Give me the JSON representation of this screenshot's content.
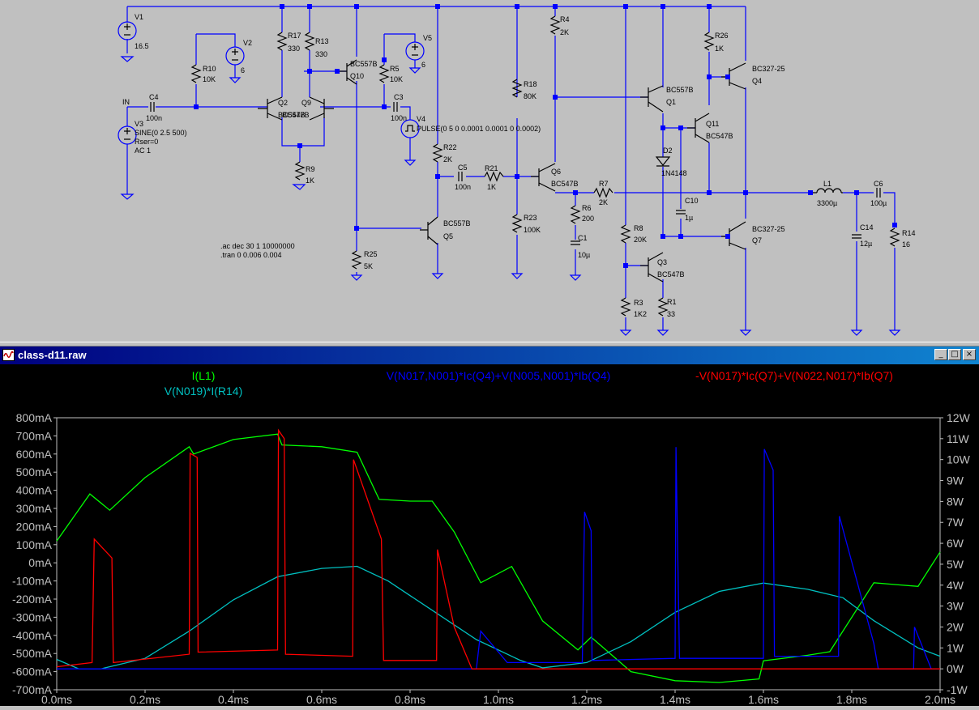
{
  "window": {
    "title": "class-d11.raw",
    "buttons": [
      "_",
      "□",
      "×"
    ]
  },
  "schematic": {
    "components": [
      {
        "ref": "V1",
        "value": "16.5"
      },
      {
        "ref": "V2",
        "value": "6"
      },
      {
        "ref": "V5",
        "value": "6"
      },
      {
        "ref": "V3",
        "value": "SINE(0 2.5 500)",
        "extra": [
          "Rser=0",
          "AC 1"
        ]
      },
      {
        "ref": "V4",
        "value": "PULSE(0 5 0 0.0001 0.0001 0 0.0002)"
      },
      {
        "ref": "R10",
        "value": "10K"
      },
      {
        "ref": "R17",
        "value": "330"
      },
      {
        "ref": "R13",
        "value": "330"
      },
      {
        "ref": "R5",
        "value": "10K"
      },
      {
        "ref": "R9",
        "value": "1K"
      },
      {
        "ref": "R25",
        "value": "5K"
      },
      {
        "ref": "R22",
        "value": "2K"
      },
      {
        "ref": "R4",
        "value": "2K"
      },
      {
        "ref": "R18",
        "value": "80K"
      },
      {
        "ref": "R23",
        "value": "100K"
      },
      {
        "ref": "R21",
        "value": "1K"
      },
      {
        "ref": "R6",
        "value": "200"
      },
      {
        "ref": "R7",
        "value": "2K"
      },
      {
        "ref": "R8",
        "value": "20K"
      },
      {
        "ref": "R3",
        "value": "1K2"
      },
      {
        "ref": "R1",
        "value": "33"
      },
      {
        "ref": "R26",
        "value": "1K"
      },
      {
        "ref": "R14",
        "value": "16"
      },
      {
        "ref": "C4",
        "value": "100n"
      },
      {
        "ref": "C3",
        "value": "100n"
      },
      {
        "ref": "C5",
        "value": "100n"
      },
      {
        "ref": "C1",
        "value": "10µ"
      },
      {
        "ref": "C10",
        "value": "1µ"
      },
      {
        "ref": "C14",
        "value": "12µ"
      },
      {
        "ref": "C6",
        "value": "100µ"
      },
      {
        "ref": "L1",
        "value": "3300µ"
      },
      {
        "ref": "Q2",
        "value": "BC547B"
      },
      {
        "ref": "Q9",
        "value": "BC547B"
      },
      {
        "ref": "Q10",
        "value": "BC557B"
      },
      {
        "ref": "Q5",
        "value": "BC557B"
      },
      {
        "ref": "Q6",
        "value": "BC547B"
      },
      {
        "ref": "Q1",
        "value": "BC557B"
      },
      {
        "ref": "Q11",
        "value": "BC547B"
      },
      {
        "ref": "Q3",
        "value": "BC547B"
      },
      {
        "ref": "Q4",
        "value": "BC327-25"
      },
      {
        "ref": "Q7",
        "value": "BC327-25"
      },
      {
        "ref": "D2",
        "value": "1N4148"
      }
    ],
    "net_label_in": "IN",
    "directives": [
      ".ac dec 30 1 10000000",
      ".tran 0 0.006 0.004"
    ]
  },
  "chart_data": {
    "type": "line",
    "x_label_unit": "ms",
    "xlim": [
      0,
      2.0
    ],
    "x_ticks": [
      "0.0ms",
      "0.2ms",
      "0.4ms",
      "0.6ms",
      "0.8ms",
      "1.0ms",
      "1.2ms",
      "1.4ms",
      "1.6ms",
      "1.8ms",
      "2.0ms"
    ],
    "left_axis": {
      "ylim": [
        -700,
        800
      ],
      "unit": "mA",
      "ticks": [
        "800mA",
        "700mA",
        "600mA",
        "500mA",
        "400mA",
        "300mA",
        "200mA",
        "100mA",
        "0mA",
        "-100mA",
        "-200mA",
        "-300mA",
        "-400mA",
        "-500mA",
        "-600mA",
        "-700mA"
      ]
    },
    "right_axis": {
      "ylim": [
        -1,
        12
      ],
      "unit": "W",
      "ticks": [
        "12W",
        "11W",
        "10W",
        "9W",
        "8W",
        "7W",
        "6W",
        "5W",
        "4W",
        "3W",
        "2W",
        "1W",
        "0W",
        "-1W"
      ]
    },
    "grid": false,
    "series": [
      {
        "name": "I(L1)",
        "color": "#00ff00",
        "axis": "left",
        "points": [
          [
            0,
            120
          ],
          [
            0.075,
            380
          ],
          [
            0.12,
            290
          ],
          [
            0.2,
            470
          ],
          [
            0.3,
            640
          ],
          [
            0.31,
            600
          ],
          [
            0.4,
            680
          ],
          [
            0.5,
            710
          ],
          [
            0.51,
            650
          ],
          [
            0.6,
            640
          ],
          [
            0.68,
            610
          ],
          [
            0.73,
            350
          ],
          [
            0.8,
            340
          ],
          [
            0.85,
            340
          ],
          [
            0.9,
            170
          ],
          [
            0.96,
            -110
          ],
          [
            1.03,
            -20
          ],
          [
            1.1,
            -320
          ],
          [
            1.18,
            -480
          ],
          [
            1.21,
            -410
          ],
          [
            1.3,
            -600
          ],
          [
            1.4,
            -650
          ],
          [
            1.5,
            -660
          ],
          [
            1.59,
            -640
          ],
          [
            1.6,
            -540
          ],
          [
            1.7,
            -510
          ],
          [
            1.75,
            -490
          ],
          [
            1.85,
            -110
          ],
          [
            1.9,
            -120
          ],
          [
            1.95,
            -130
          ],
          [
            2.0,
            60
          ]
        ]
      },
      {
        "name": "V(N019)*I(R14)",
        "color": "#00c0c0",
        "axis": "right",
        "points": [
          [
            0,
            0.45
          ],
          [
            0.05,
            0.0
          ],
          [
            0.1,
            0.0
          ],
          [
            0.2,
            0.5
          ],
          [
            0.3,
            1.8
          ],
          [
            0.4,
            3.3
          ],
          [
            0.5,
            4.4
          ],
          [
            0.6,
            4.8
          ],
          [
            0.68,
            4.9
          ],
          [
            0.75,
            4.2
          ],
          [
            0.85,
            2.8
          ],
          [
            0.95,
            1.4
          ],
          [
            1.05,
            0.4
          ],
          [
            1.1,
            0.05
          ],
          [
            1.2,
            0.3
          ],
          [
            1.3,
            1.3
          ],
          [
            1.4,
            2.7
          ],
          [
            1.5,
            3.7
          ],
          [
            1.6,
            4.1
          ],
          [
            1.7,
            3.8
          ],
          [
            1.78,
            3.4
          ],
          [
            1.85,
            2.3
          ],
          [
            1.95,
            1.0
          ],
          [
            2.0,
            0.6
          ]
        ]
      },
      {
        "name": "V(N017,N001)*Ic(Q4)+V(N005,N001)*Ib(Q4)",
        "color": "#0000ff",
        "axis": "right",
        "points": [
          [
            0,
            0
          ],
          [
            0.95,
            0
          ],
          [
            0.96,
            1.8
          ],
          [
            1.02,
            0.3
          ],
          [
            1.19,
            0.3
          ],
          [
            1.195,
            7.5
          ],
          [
            1.21,
            6.6
          ],
          [
            1.212,
            0.4
          ],
          [
            1.4,
            0.5
          ],
          [
            1.402,
            10.6
          ],
          [
            1.41,
            0.5
          ],
          [
            1.6,
            0.5
          ],
          [
            1.602,
            10.5
          ],
          [
            1.622,
            9.5
          ],
          [
            1.625,
            0.6
          ],
          [
            1.77,
            0.6
          ],
          [
            1.772,
            7.3
          ],
          [
            1.85,
            1.2
          ],
          [
            1.86,
            0
          ],
          [
            1.94,
            0
          ],
          [
            1.942,
            2.0
          ],
          [
            1.98,
            0
          ],
          [
            2.0,
            0
          ]
        ]
      },
      {
        "name": "-V(N017)*Ic(Q7)+V(N022,N017)*Ib(Q7)",
        "color": "#ff0000",
        "axis": "right",
        "points": [
          [
            0,
            0.1
          ],
          [
            0.08,
            0.3
          ],
          [
            0.085,
            6.2
          ],
          [
            0.125,
            5.3
          ],
          [
            0.128,
            0.3
          ],
          [
            0.3,
            0.7
          ],
          [
            0.302,
            10.3
          ],
          [
            0.318,
            10.1
          ],
          [
            0.32,
            0.8
          ],
          [
            0.5,
            0.9
          ],
          [
            0.502,
            11.4
          ],
          [
            0.515,
            11.0
          ],
          [
            0.518,
            0.7
          ],
          [
            0.67,
            0.6
          ],
          [
            0.672,
            10.0
          ],
          [
            0.735,
            6.2
          ],
          [
            0.74,
            0.4
          ],
          [
            0.86,
            0.4
          ],
          [
            0.862,
            5.7
          ],
          [
            0.9,
            2.0
          ],
          [
            0.94,
            0
          ],
          [
            2.0,
            0
          ]
        ]
      }
    ]
  }
}
